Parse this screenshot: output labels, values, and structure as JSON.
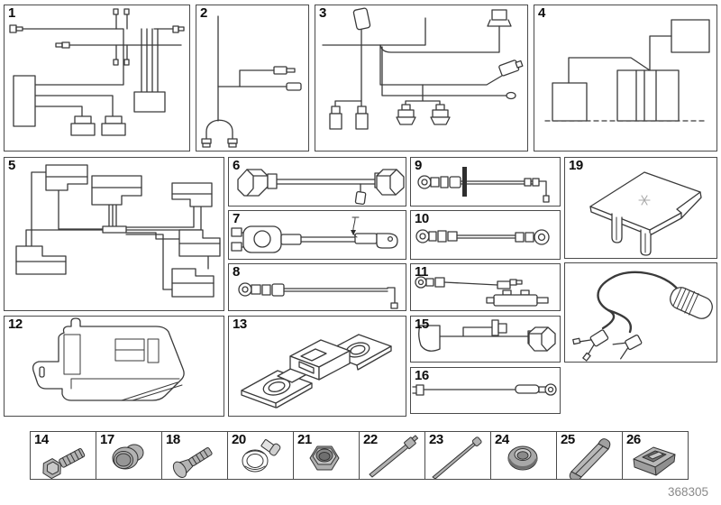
{
  "figure": {
    "number": "368305"
  },
  "panels": {
    "p1": {
      "label": "1",
      "icon": "wiring-harness"
    },
    "p2": {
      "label": "2",
      "icon": "cable-with-loop"
    },
    "p3": {
      "label": "3",
      "icon": "wiring-harness-connectors"
    },
    "p4": {
      "label": "4",
      "icon": "mounting-schematic"
    },
    "p5": {
      "label": "5",
      "icon": "wiring-harness-junction"
    },
    "p6": {
      "label": "6",
      "icon": "adapter-cable"
    },
    "p7": {
      "label": "7",
      "icon": "battery-terminal-cable"
    },
    "p8": {
      "label": "8",
      "icon": "ground-cable"
    },
    "p9": {
      "label": "9",
      "icon": "ground-cable-grommet"
    },
    "p10": {
      "label": "10",
      "icon": "battery-cable"
    },
    "p11": {
      "label": "11",
      "icon": "cable-with-fuse-holder"
    },
    "p12": {
      "label": "12",
      "icon": "control-module-cover"
    },
    "p13": {
      "label": "13",
      "icon": "fusible-link"
    },
    "p14": {
      "label": "14",
      "icon": "hex-bolt"
    },
    "p15": {
      "label": "15",
      "icon": "adapter-lead"
    },
    "p16": {
      "label": "16",
      "icon": "single-wire"
    },
    "p17": {
      "label": "17",
      "icon": "grommet-plug"
    },
    "p18": {
      "label": "18",
      "icon": "oval-head-screw"
    },
    "p19": {
      "label": "19",
      "icon": "cover-cap"
    },
    "p20": {
      "label": "20",
      "icon": "hose-clamp"
    },
    "p21": {
      "label": "21",
      "icon": "hex-nut"
    },
    "p22": {
      "label": "22",
      "icon": "cable-tie"
    },
    "p23": {
      "label": "23",
      "icon": "cable-tie-long"
    },
    "p24": {
      "label": "24",
      "icon": "rubber-grommet-ring"
    },
    "p25": {
      "label": "25",
      "icon": "protective-sleeve"
    },
    "p26": {
      "label": "26",
      "icon": "cage-clip"
    }
  }
}
